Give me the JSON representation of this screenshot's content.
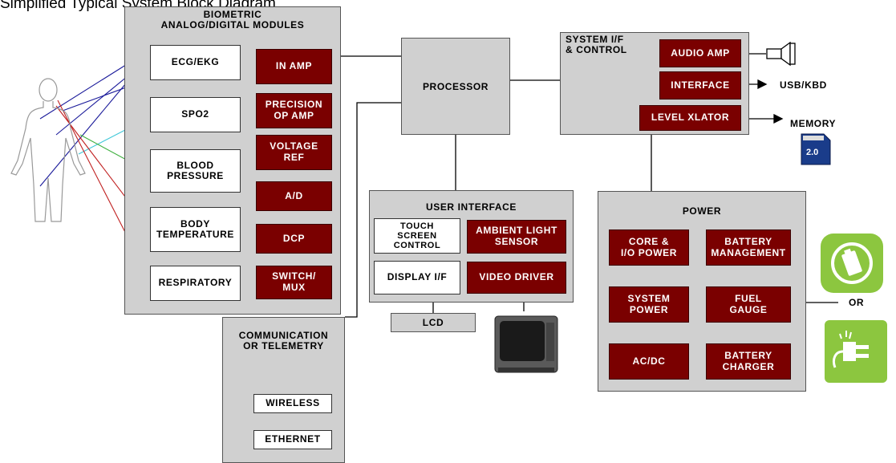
{
  "caption": "Simplified Typical System Block Diagram",
  "biometric": {
    "title": "BIOMETRIC\nANALOG/DIGITAL MODULES",
    "sensors": [
      "ECG/EKG",
      "SPO2",
      "BLOOD\nPRESSURE",
      "BODY\nTEMPERATURE",
      "RESPIRATORY"
    ],
    "components": [
      "IN AMP",
      "PRECISION\nOP AMP",
      "VOLTAGE\nREF",
      "A/D",
      "DCP",
      "SWITCH/\nMUX"
    ]
  },
  "processor": {
    "label": "PROCESSOR"
  },
  "system_if": {
    "title": "SYSTEM I/F\n& CONTROL",
    "components": [
      "AUDIO AMP",
      "INTERFACE",
      "LEVEL XLATOR"
    ]
  },
  "outputs": {
    "usb": "USB/KBD",
    "memory": "MEMORY"
  },
  "user_interface": {
    "title": "USER INTERFACE",
    "touch": "TOUCH\nSCREEN\nCONTROL",
    "ambient": "AMBIENT LIGHT\nSENSOR",
    "display": "DISPLAY I/F",
    "video": "VIDEO DRIVER",
    "lcd": "LCD"
  },
  "power": {
    "title": "POWER",
    "components": [
      "CORE &\nI/O POWER",
      "BATTERY\nMANAGEMENT",
      "SYSTEM\nPOWER",
      "FUEL\nGAUGE",
      "AC/DC",
      "BATTERY\nCHARGER"
    ],
    "or_label": "OR"
  },
  "communication": {
    "title": "COMMUNICATION\nOR TELEMETRY",
    "items": [
      "WIRELESS",
      "ETHERNET"
    ]
  },
  "sd_card": {
    "size": "2.0"
  },
  "colors": {
    "module_gray": "#d0d0d0",
    "component_red": "#7a0000",
    "wire_blue": "#1a1a9a",
    "wire_cyan": "#40c8d8",
    "wire_green": "#40b040",
    "wire_red": "#c02020",
    "green_icon": "#8cc63f"
  }
}
